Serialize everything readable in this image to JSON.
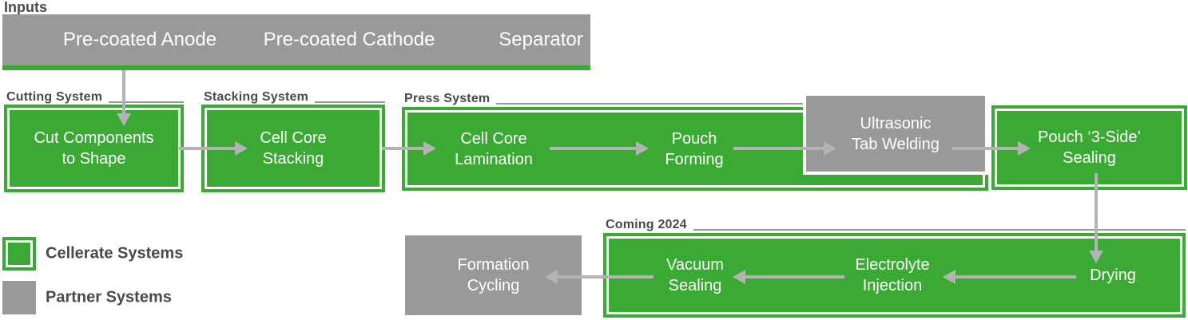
{
  "colors": {
    "green": "#3aaa35",
    "gray": "#999999",
    "arrow": "#b3b3b3",
    "label_text": "#4a4a4a"
  },
  "inputs": {
    "label": "Inputs",
    "items": [
      "Pre-coated Anode",
      "Pre-coated Cathode",
      "Separator"
    ]
  },
  "sections": {
    "cutting": {
      "label": "Cutting System",
      "box": "Cut Components\nto Shape"
    },
    "stacking": {
      "label": "Stacking System",
      "box": "Cell Core\nStacking"
    },
    "press": {
      "label": "Press System",
      "steps": [
        "Cell Core\nLamination",
        "Pouch\nForming"
      ]
    },
    "ultrasonic": {
      "box": "Ultrasonic\nTab Welding"
    },
    "pouch_sealing": {
      "box": "Pouch ‘3-Side’\nSealing"
    },
    "coming2024": {
      "label": "Coming 2024",
      "steps": [
        "Vacuum\nSealing",
        "Electrolyte\nInjection",
        "Drying"
      ]
    },
    "formation": {
      "box": "Formation\nCycling"
    }
  },
  "legend": {
    "cellerate": "Cellerate Systems",
    "partner": "Partner Systems"
  }
}
